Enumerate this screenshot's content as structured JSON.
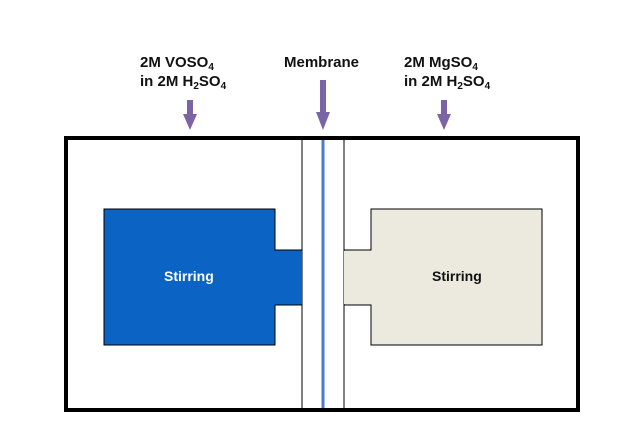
{
  "labels": {
    "left_solution": {
      "line1": {
        "prefix": "2M VOSO",
        "sub": "4",
        "suffix": ""
      },
      "line2": {
        "prefix": "in 2M H",
        "sub1": "2",
        "mid": "SO",
        "sub2": "4"
      }
    },
    "membrane": "Membrane",
    "right_solution": {
      "line1": {
        "prefix": "2M MgSO",
        "sub": "4",
        "suffix": ""
      },
      "line2": {
        "prefix": "in 2M H",
        "sub1": "2",
        "mid": "SO",
        "sub2": "4"
      }
    }
  },
  "left_stirrer": {
    "label": "Stirring"
  },
  "right_stirrer": {
    "label": "Stirring"
  },
  "colors": {
    "arrow": "#7b64a6",
    "membrane": "#4a7cc8",
    "left_fill": "#0b63c4",
    "right_fill": "#ece9df",
    "outline": "#000000"
  }
}
